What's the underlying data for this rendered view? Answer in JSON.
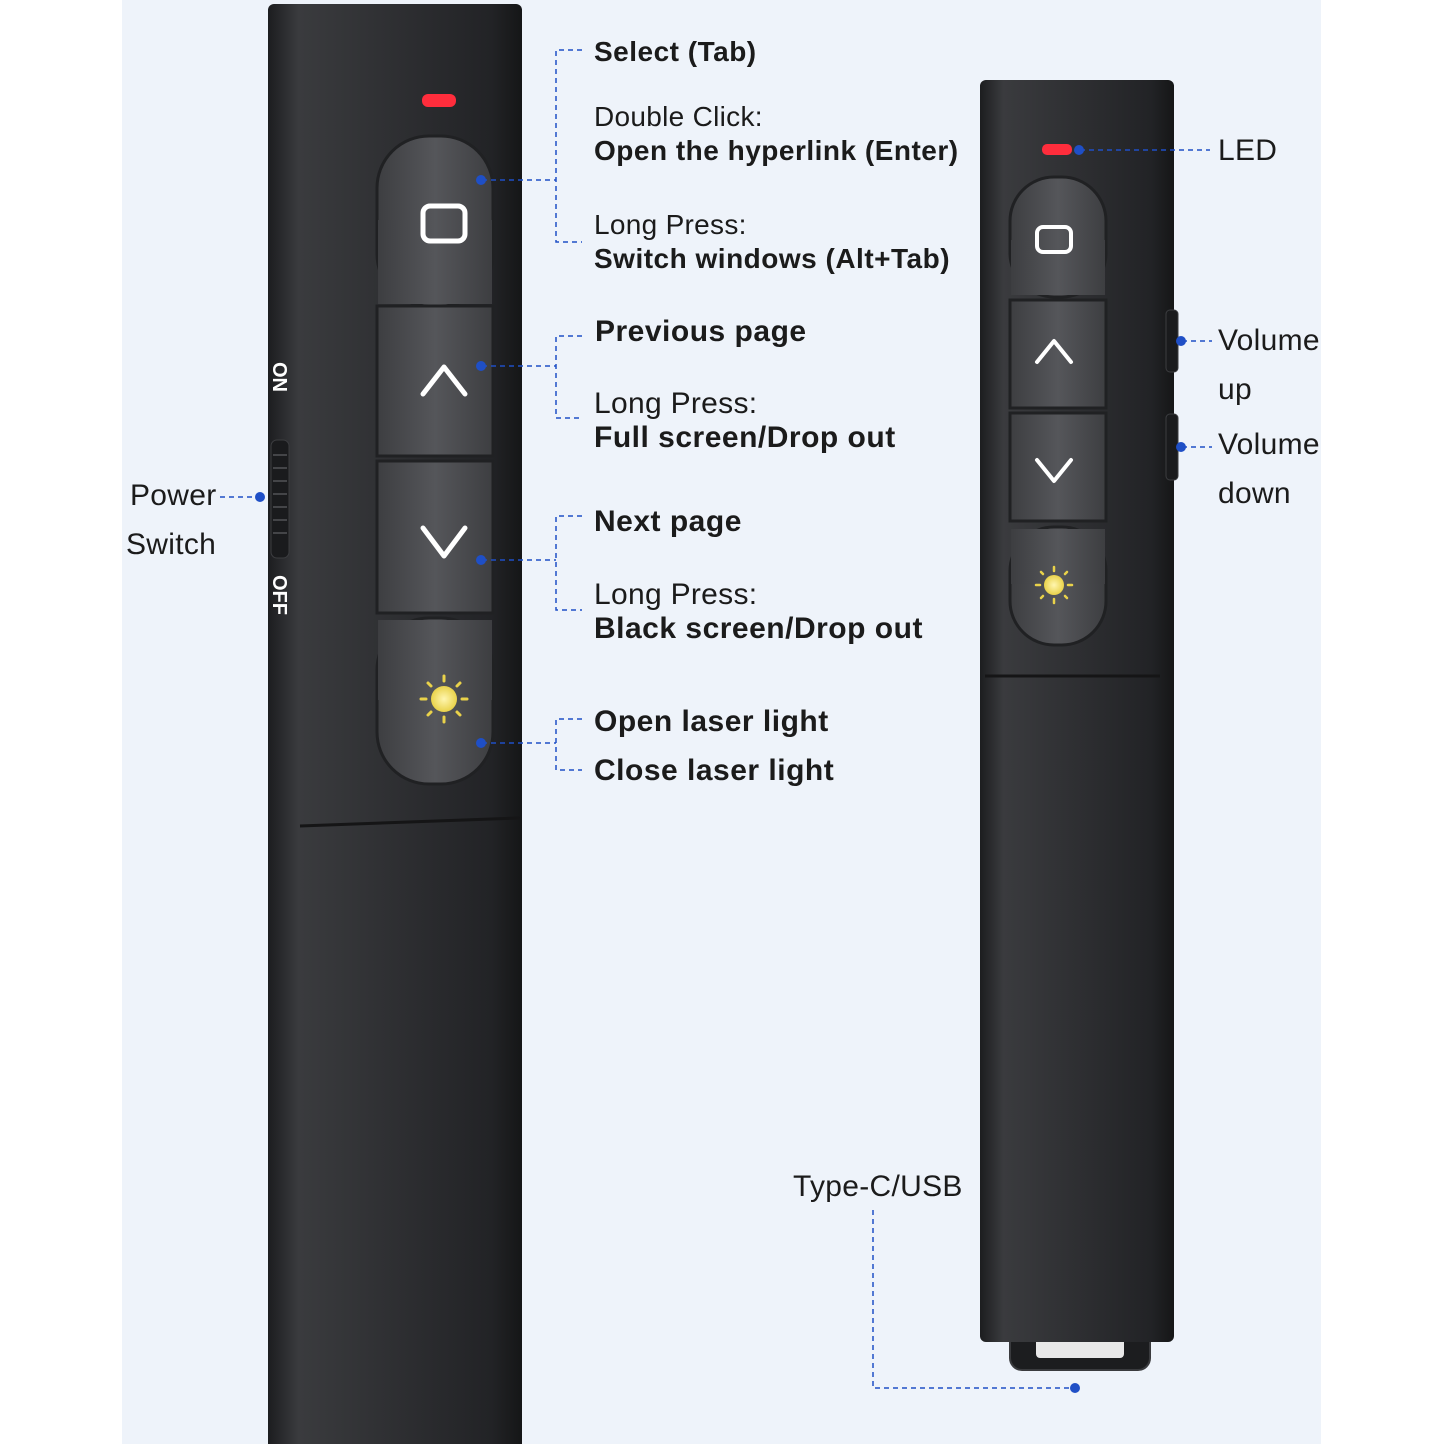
{
  "large_device": {
    "switch_on_label": "ON",
    "switch_off_label": "OFF"
  },
  "callouts": {
    "select": {
      "title": "Select (Tab)",
      "double_click_label": "Double Click:",
      "double_click_action": "Open the hyperlink (Enter)",
      "long_press_label": "Long Press:",
      "long_press_action": "Switch windows (Alt+Tab)"
    },
    "previous": {
      "title": "Previous page",
      "long_press_label": "Long Press:",
      "long_press_action": "Full screen/Drop out"
    },
    "next": {
      "title": "Next page",
      "long_press_label": "Long Press:",
      "long_press_action": "Black screen/Drop out"
    },
    "laser": {
      "open": "Open laser light",
      "close": "Close laser light"
    },
    "power": {
      "line1": "Power",
      "line2": "Switch"
    },
    "led": "LED",
    "volume_up": {
      "line1": "Volume",
      "line2": "up"
    },
    "volume_down": {
      "line1": "Volume",
      "line2": "down"
    },
    "port": "Type-C/USB"
  },
  "colors": {
    "background": "#eef3fa",
    "device_body": "#2b2c2f",
    "button": "#4a4b4e",
    "led_red": "#ff2d3c",
    "laser_yellow": "#f3e06a",
    "leader_blue": "#1f4fc6"
  }
}
